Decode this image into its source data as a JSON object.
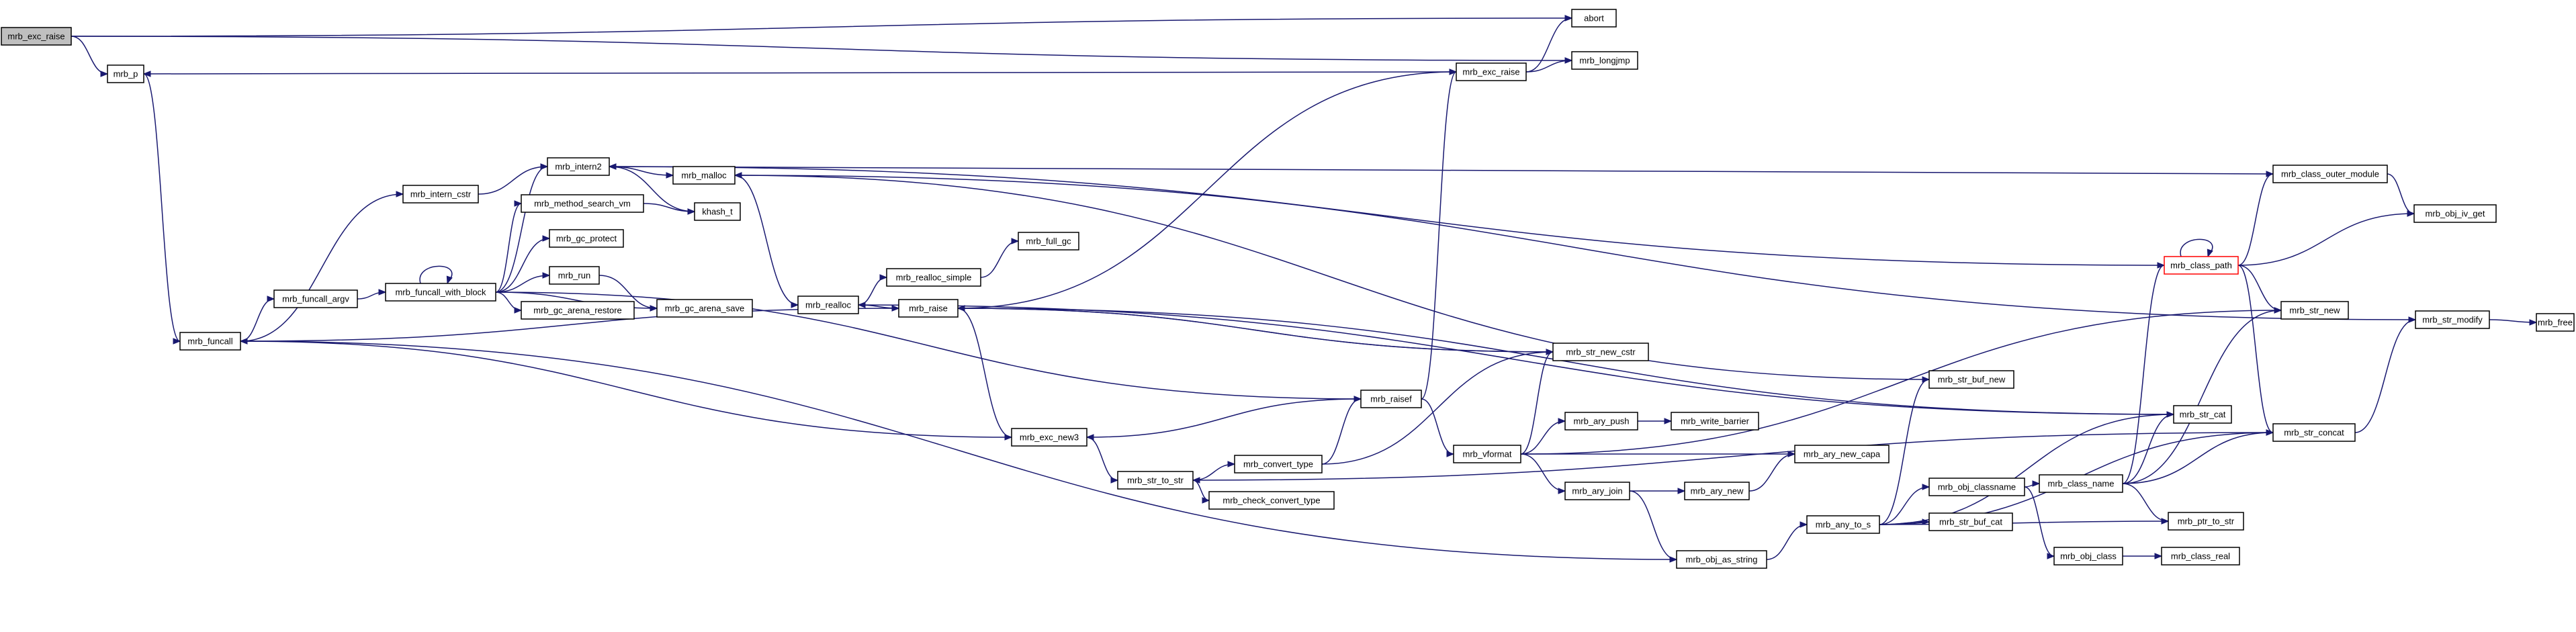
{
  "graph": {
    "kind": "call-graph",
    "colors": {
      "edge": "#191970",
      "root_fill": "#bfbfbf",
      "truncated_border": "#ff0000"
    },
    "nodes": [
      {
        "id": "mrb_exc_raise_root",
        "label": "mrb_exc_raise",
        "root": true
      },
      {
        "id": "mrb_p",
        "label": "mrb_p"
      },
      {
        "id": "abort",
        "label": "abort"
      },
      {
        "id": "mrb_longjmp",
        "label": "mrb_longjmp"
      },
      {
        "id": "mrb_exc_raise",
        "label": "mrb_exc_raise"
      },
      {
        "id": "mrb_funcall",
        "label": "mrb_funcall"
      },
      {
        "id": "mrb_intern_cstr",
        "label": "mrb_intern_cstr"
      },
      {
        "id": "mrb_funcall_argv",
        "label": "mrb_funcall_argv"
      },
      {
        "id": "mrb_funcall_with_block",
        "label": "mrb_funcall_with_block"
      },
      {
        "id": "mrb_intern2",
        "label": "mrb_intern2"
      },
      {
        "id": "mrb_method_search_vm",
        "label": "mrb_method_search_vm"
      },
      {
        "id": "mrb_gc_protect",
        "label": "mrb_gc_protect"
      },
      {
        "id": "mrb_run",
        "label": "mrb_run"
      },
      {
        "id": "mrb_gc_arena_restore",
        "label": "mrb_gc_arena_restore"
      },
      {
        "id": "mrb_gc_arena_save",
        "label": "mrb_gc_arena_save"
      },
      {
        "id": "mrb_malloc",
        "label": "mrb_malloc"
      },
      {
        "id": "khash_t",
        "label": "khash_t"
      },
      {
        "id": "mrb_realloc",
        "label": "mrb_realloc"
      },
      {
        "id": "mrb_realloc_simple",
        "label": "mrb_realloc_simple"
      },
      {
        "id": "mrb_full_gc",
        "label": "mrb_full_gc"
      },
      {
        "id": "mrb_raise",
        "label": "mrb_raise"
      },
      {
        "id": "mrb_exc_new3",
        "label": "mrb_exc_new3"
      },
      {
        "id": "mrb_str_to_str",
        "label": "mrb_str_to_str"
      },
      {
        "id": "mrb_convert_type",
        "label": "mrb_convert_type"
      },
      {
        "id": "mrb_check_convert_type",
        "label": "mrb_check_convert_type"
      },
      {
        "id": "mrb_raisef",
        "label": "mrb_raisef"
      },
      {
        "id": "mrb_str_new_cstr",
        "label": "mrb_str_new_cstr"
      },
      {
        "id": "mrb_vformat",
        "label": "mrb_vformat"
      },
      {
        "id": "mrb_ary_push",
        "label": "mrb_ary_push"
      },
      {
        "id": "mrb_write_barrier",
        "label": "mrb_write_barrier"
      },
      {
        "id": "mrb_ary_new_capa",
        "label": "mrb_ary_new_capa"
      },
      {
        "id": "mrb_ary_join",
        "label": "mrb_ary_join"
      },
      {
        "id": "mrb_ary_new",
        "label": "mrb_ary_new"
      },
      {
        "id": "mrb_obj_as_string",
        "label": "mrb_obj_as_string"
      },
      {
        "id": "mrb_any_to_s",
        "label": "mrb_any_to_s"
      },
      {
        "id": "mrb_str_buf_new",
        "label": "mrb_str_buf_new"
      },
      {
        "id": "mrb_obj_classname",
        "label": "mrb_obj_classname"
      },
      {
        "id": "mrb_str_buf_cat",
        "label": "mrb_str_buf_cat"
      },
      {
        "id": "mrb_obj_class",
        "label": "mrb_obj_class"
      },
      {
        "id": "mrb_class_real",
        "label": "mrb_class_real"
      },
      {
        "id": "mrb_class_name",
        "label": "mrb_class_name"
      },
      {
        "id": "mrb_str_cat",
        "label": "mrb_str_cat"
      },
      {
        "id": "mrb_ptr_to_str",
        "label": "mrb_ptr_to_str"
      },
      {
        "id": "mrb_class_path",
        "label": "mrb_class_path",
        "truncated": true
      },
      {
        "id": "mrb_class_outer_module",
        "label": "mrb_class_outer_module"
      },
      {
        "id": "mrb_obj_iv_get",
        "label": "mrb_obj_iv_get"
      },
      {
        "id": "mrb_str_new",
        "label": "mrb_str_new"
      },
      {
        "id": "mrb_str_concat",
        "label": "mrb_str_concat"
      },
      {
        "id": "mrb_str_modify",
        "label": "mrb_str_modify"
      },
      {
        "id": "mrb_free",
        "label": "mrb_free"
      }
    ],
    "edges": [
      [
        "mrb_exc_raise_root",
        "mrb_p"
      ],
      [
        "mrb_exc_raise_root",
        "abort"
      ],
      [
        "mrb_exc_raise_root",
        "mrb_longjmp"
      ],
      [
        "mrb_p",
        "mrb_funcall"
      ],
      [
        "mrb_exc_raise",
        "abort"
      ],
      [
        "mrb_exc_raise",
        "mrb_longjmp"
      ],
      [
        "mrb_exc_raise",
        "mrb_p"
      ],
      [
        "mrb_funcall",
        "mrb_intern_cstr"
      ],
      [
        "mrb_funcall",
        "mrb_funcall_argv"
      ],
      [
        "mrb_funcall",
        "mrb_raise"
      ],
      [
        "mrb_intern_cstr",
        "mrb_intern2"
      ],
      [
        "mrb_funcall_argv",
        "mrb_funcall_with_block"
      ],
      [
        "mrb_funcall_with_block",
        "mrb_funcall_with_block"
      ],
      [
        "mrb_funcall_with_block",
        "mrb_intern2"
      ],
      [
        "mrb_funcall_with_block",
        "mrb_method_search_vm"
      ],
      [
        "mrb_funcall_with_block",
        "mrb_gc_protect"
      ],
      [
        "mrb_funcall_with_block",
        "mrb_run"
      ],
      [
        "mrb_funcall_with_block",
        "mrb_gc_arena_restore"
      ],
      [
        "mrb_funcall_with_block",
        "mrb_gc_arena_save"
      ],
      [
        "mrb_funcall_with_block",
        "mrb_raisef"
      ],
      [
        "mrb_run",
        "mrb_gc_arena_save"
      ],
      [
        "mrb_method_search_vm",
        "khash_t"
      ],
      [
        "mrb_intern2",
        "mrb_malloc"
      ],
      [
        "mrb_intern2",
        "khash_t"
      ],
      [
        "mrb_malloc",
        "mrb_realloc"
      ],
      [
        "mrb_realloc",
        "mrb_realloc_simple"
      ],
      [
        "mrb_realloc",
        "mrb_raise"
      ],
      [
        "mrb_realloc_simple",
        "mrb_full_gc"
      ],
      [
        "mrb_raise",
        "mrb_exc_raise"
      ],
      [
        "mrb_raise",
        "mrb_str_new_cstr"
      ],
      [
        "mrb_raise",
        "mrb_exc_new3"
      ],
      [
        "mrb_exc_new3",
        "mrb_funcall"
      ],
      [
        "mrb_exc_new3",
        "mrb_str_to_str"
      ],
      [
        "mrb_str_to_str",
        "mrb_convert_type"
      ],
      [
        "mrb_str_to_str",
        "mrb_check_convert_type"
      ],
      [
        "mrb_convert_type",
        "mrb_raisef"
      ],
      [
        "mrb_convert_type",
        "mrb_str_new_cstr"
      ],
      [
        "mrb_raisef",
        "mrb_exc_raise"
      ],
      [
        "mrb_raisef",
        "mrb_exc_new3"
      ],
      [
        "mrb_raisef",
        "mrb_vformat"
      ],
      [
        "mrb_str_new_cstr",
        "mrb_raise"
      ],
      [
        "mrb_vformat",
        "mrb_str_new_cstr"
      ],
      [
        "mrb_vformat",
        "mrb_str_new"
      ],
      [
        "mrb_vformat",
        "mrb_ary_push"
      ],
      [
        "mrb_vformat",
        "mrb_ary_new_capa"
      ],
      [
        "mrb_vformat",
        "mrb_ary_join"
      ],
      [
        "mrb_ary_push",
        "mrb_write_barrier"
      ],
      [
        "mrb_ary_join",
        "mrb_ary_new"
      ],
      [
        "mrb_ary_join",
        "mrb_obj_as_string"
      ],
      [
        "mrb_ary_new",
        "mrb_ary_new_capa"
      ],
      [
        "mrb_obj_as_string",
        "mrb_funcall"
      ],
      [
        "mrb_obj_as_string",
        "mrb_any_to_s"
      ],
      [
        "mrb_any_to_s",
        "mrb_str_buf_new"
      ],
      [
        "mrb_any_to_s",
        "mrb_obj_classname"
      ],
      [
        "mrb_any_to_s",
        "mrb_str_buf_cat"
      ],
      [
        "mrb_any_to_s",
        "mrb_ptr_to_str"
      ],
      [
        "mrb_any_to_s",
        "mrb_str_cat"
      ],
      [
        "mrb_any_to_s",
        "mrb_str_concat"
      ],
      [
        "mrb_str_buf_new",
        "mrb_malloc"
      ],
      [
        "mrb_obj_classname",
        "mrb_class_name"
      ],
      [
        "mrb_obj_classname",
        "mrb_obj_class"
      ],
      [
        "mrb_obj_class",
        "mrb_class_real"
      ],
      [
        "mrb_class_name",
        "mrb_class_path"
      ],
      [
        "mrb_class_name",
        "mrb_str_cat"
      ],
      [
        "mrb_class_name",
        "mrb_ptr_to_str"
      ],
      [
        "mrb_class_name",
        "mrb_str_new"
      ],
      [
        "mrb_class_name",
        "mrb_str_concat"
      ],
      [
        "mrb_str_cat",
        "mrb_raise"
      ],
      [
        "mrb_str_cat",
        "mrb_realloc"
      ],
      [
        "mrb_class_path",
        "mrb_class_path"
      ],
      [
        "mrb_class_path",
        "mrb_class_outer_module"
      ],
      [
        "mrb_class_path",
        "mrb_obj_iv_get"
      ],
      [
        "mrb_class_path",
        "mrb_intern2"
      ],
      [
        "mrb_class_path",
        "mrb_str_new"
      ],
      [
        "mrb_class_path",
        "mrb_str_concat"
      ],
      [
        "mrb_class_outer_module",
        "mrb_obj_iv_get"
      ],
      [
        "mrb_class_outer_module",
        "mrb_intern2"
      ],
      [
        "mrb_str_concat",
        "mrb_str_to_str"
      ],
      [
        "mrb_str_concat",
        "mrb_str_modify"
      ],
      [
        "mrb_str_modify",
        "mrb_malloc"
      ],
      [
        "mrb_str_modify",
        "mrb_free"
      ]
    ]
  }
}
